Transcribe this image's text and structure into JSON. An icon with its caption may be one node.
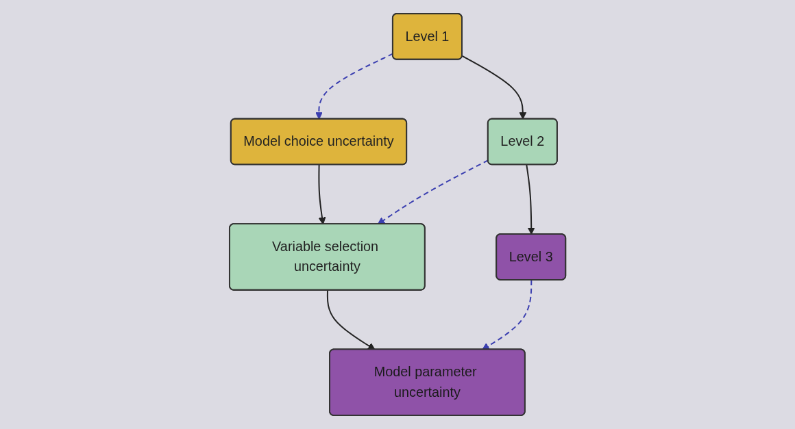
{
  "diagram": {
    "nodes": [
      {
        "text": [
          "Level 1"
        ]
      },
      {
        "text": [
          "Model choice uncertainty"
        ]
      },
      {
        "text": [
          "Level 2"
        ]
      },
      {
        "text": [
          "Variable selection uncertainty"
        ]
      },
      {
        "text": [
          "Level 3"
        ]
      },
      {
        "text": [
          "Model parameter uncertainty"
        ]
      }
    ],
    "edges": [
      {
        "from": 0,
        "to": 1,
        "arrow": "to",
        "style": "dashed",
        "color": "#3b3fb0"
      },
      {
        "from": 0,
        "to": 2,
        "arrow": "to"
      },
      {
        "from": 1,
        "to": 3,
        "arrow": "to"
      },
      {
        "from": 2,
        "to": 3,
        "arrow": "to",
        "style": "dashed",
        "color": "#3b3fb0"
      },
      {
        "from": 2,
        "to": 4,
        "arrow": "to"
      },
      {
        "from": 3,
        "to": 5,
        "arrow": "to"
      },
      {
        "from": 4,
        "to": 5,
        "arrow": "to",
        "style": "dashed",
        "color": "#3b3fb0"
      }
    ]
  }
}
